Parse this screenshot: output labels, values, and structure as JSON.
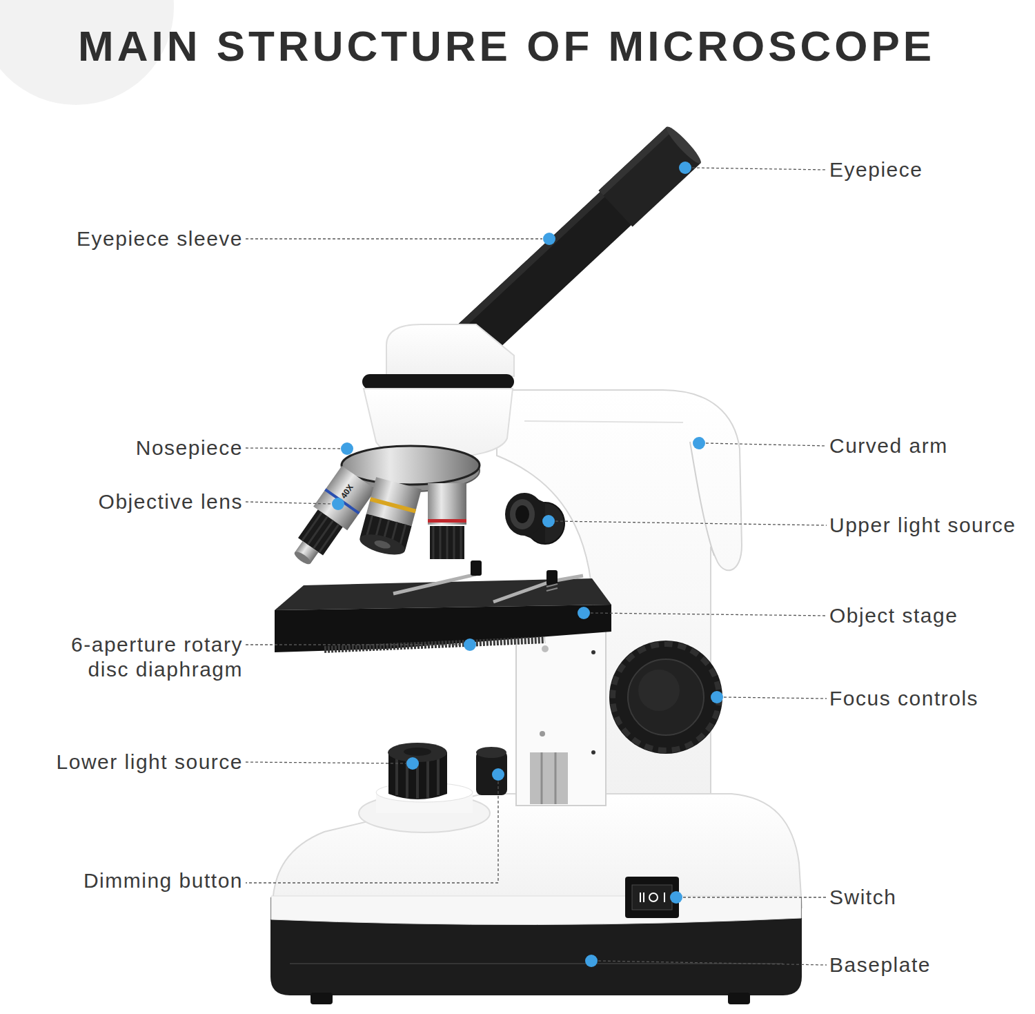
{
  "diagram": {
    "title": "MAIN STRUCTURE OF MICROSCOPE",
    "labels": [
      "Eyepiece",
      "Eyepiece sleeve",
      "Nosepiece",
      "Curved arm",
      "Objective lens",
      "40X",
      "Upper light source",
      "Object stage",
      "6-aperture rotary disc diaphragm",
      "Focus controls",
      "Lower light source",
      "Dimming button",
      "Switch",
      "Baseplate"
    ]
  }
}
